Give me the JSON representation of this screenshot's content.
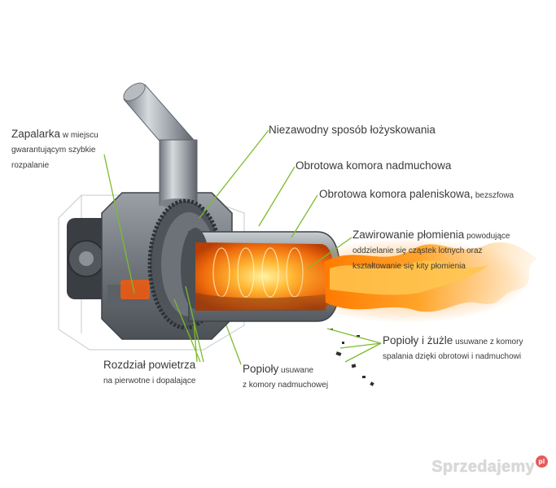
{
  "labels": {
    "ignition": {
      "title": "Zapalarka",
      "rest": " w miejscu",
      "line2": "gwarantującym szybkie",
      "line3": "rozpalanie"
    },
    "bearing": {
      "title": "Niezawodny sposób łożyskowania"
    },
    "blower_chamber": {
      "title": "Obrotowa komora nadmuchowa"
    },
    "furnace_chamber": {
      "title": "Obrotowa komora paleniskowa,",
      "rest": " bezszfowa"
    },
    "swirl": {
      "title": "Zawirowanie płomienia",
      "rest": " powodujące",
      "line2": "oddzielanie się cząstek lotnych oraz",
      "line3": "kształtowanie się kity płomienia"
    },
    "ash_slag": {
      "title": "Popioły i żużle",
      "rest": " usuwane z komory",
      "line2": "spalania dzięki  obrotowi i nadmuchowi"
    },
    "air_split": {
      "title": "Rozdział powietrza",
      "line2": "na pierwotne i dopalające"
    },
    "ash": {
      "title": "Popioły",
      "rest": " usuwane",
      "line2": "z komory nadmuchowej"
    }
  },
  "watermark": {
    "text": "Sprzedajemy",
    "badge": "pl"
  },
  "colors": {
    "leader": "#7dbb2e",
    "steel": "#8a9096",
    "flame": "#ff8a10",
    "dark": "#3d4247"
  }
}
